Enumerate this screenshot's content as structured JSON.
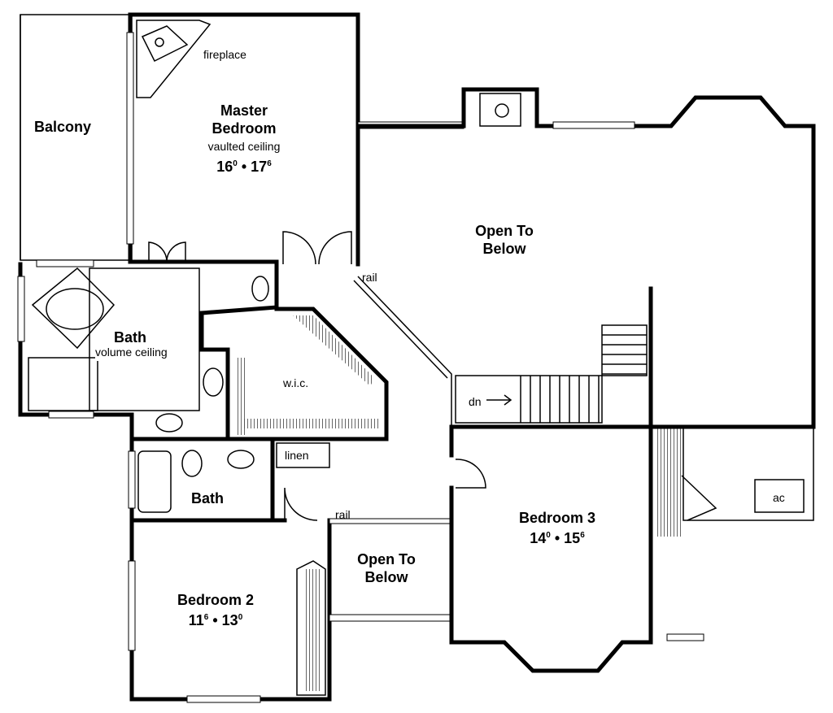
{
  "rooms": {
    "balcony": {
      "name": "Balcony"
    },
    "master": {
      "name_1": "Master",
      "name_2": "Bedroom",
      "note": "vaulted ceiling",
      "w": "16",
      "w_in": "0",
      "sep": "•",
      "l": "17",
      "l_in": "6"
    },
    "fireplace": {
      "label": "fireplace"
    },
    "open_main": {
      "line1": "Open To",
      "line2": "Below"
    },
    "rail_top": {
      "label": "rail"
    },
    "master_bath": {
      "name": "Bath",
      "note": "volume ceiling"
    },
    "wic": {
      "name": "w.i.c."
    },
    "stairs": {
      "label": "dn"
    },
    "linen": {
      "name": "linen"
    },
    "bath2": {
      "name": "Bath"
    },
    "rail_bottom": {
      "label": "rail"
    },
    "open_small": {
      "line1": "Open To",
      "line2": "Below"
    },
    "bedroom2": {
      "name": "Bedroom 2",
      "w": "11",
      "w_in": "6",
      "sep": "•",
      "l": "13",
      "l_in": "0"
    },
    "bedroom3": {
      "name": "Bedroom 3",
      "w": "14",
      "w_in": "0",
      "sep": "•",
      "l": "15",
      "l_in": "6"
    },
    "ac": {
      "label": "ac"
    }
  }
}
